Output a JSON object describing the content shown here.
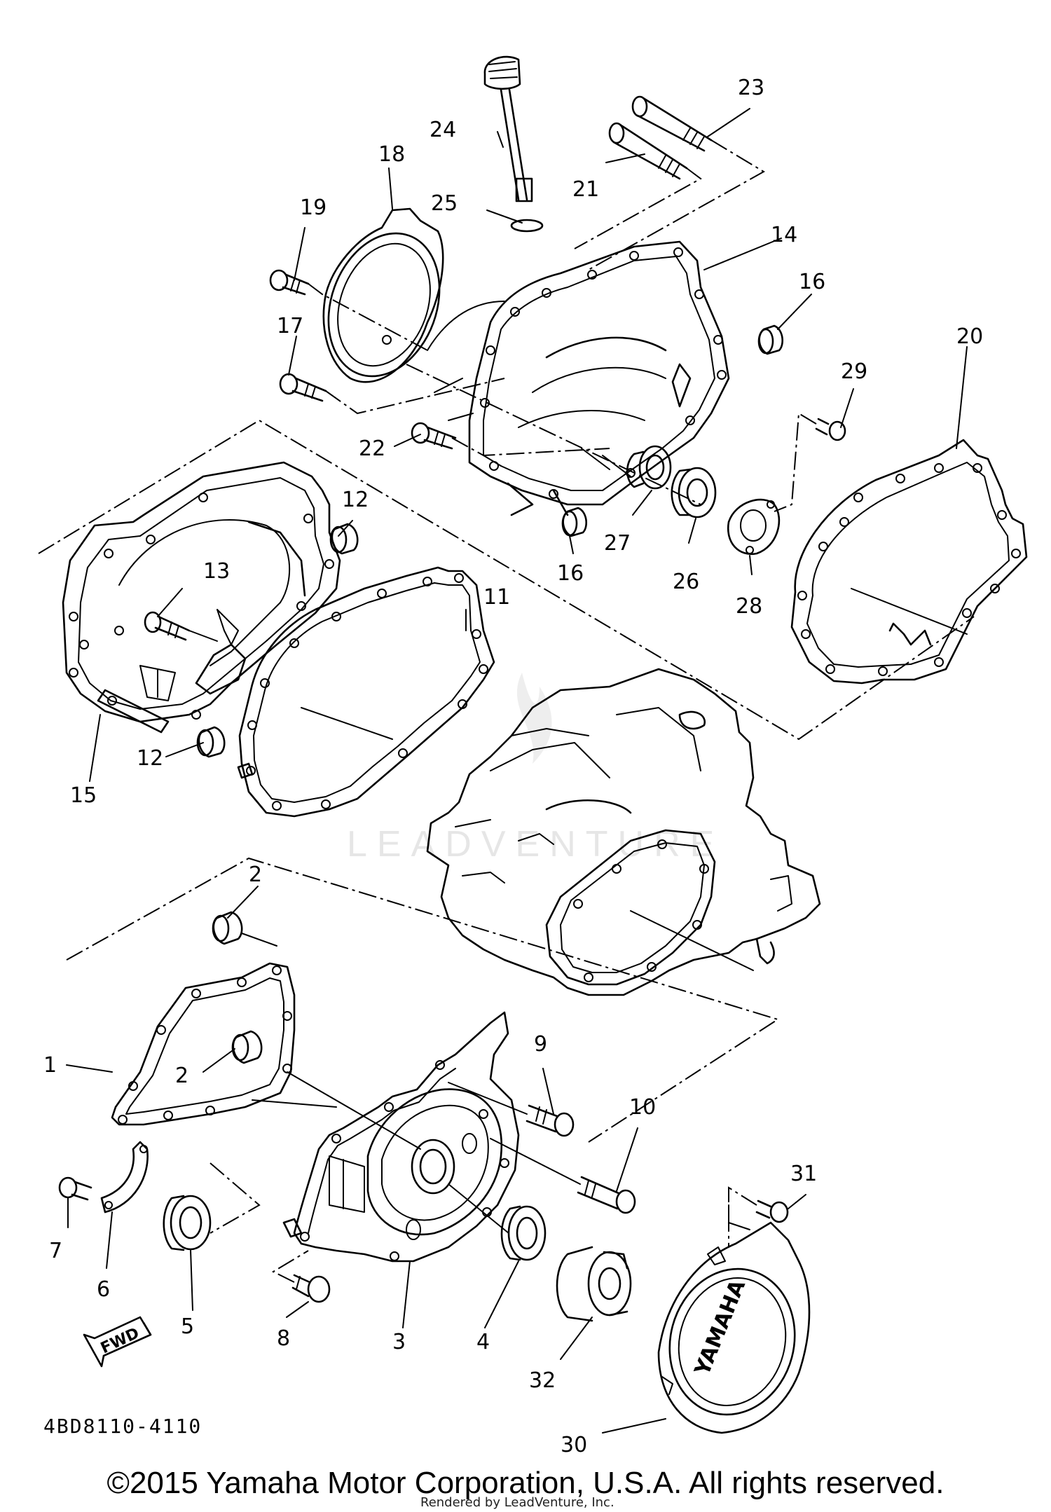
{
  "diagram": {
    "drawing_code": "4BD8110-4110",
    "fwd_label": "FWD",
    "cover_logo": "YAMAHA",
    "watermark": "LEADVENTURE",
    "callouts": [
      "1",
      "2",
      "2",
      "3",
      "4",
      "5",
      "6",
      "7",
      "8",
      "9",
      "10",
      "11",
      "12",
      "12",
      "13",
      "14",
      "15",
      "16",
      "16",
      "17",
      "18",
      "19",
      "20",
      "21",
      "22",
      "23",
      "24",
      "25",
      "26",
      "27",
      "28",
      "29",
      "30",
      "31",
      "32"
    ]
  },
  "footer": {
    "copyright": "©2015 Yamaha Motor Corporation, U.S.A. All rights reserved.",
    "rendered_by": "Rendered by LeadVenture, Inc."
  }
}
